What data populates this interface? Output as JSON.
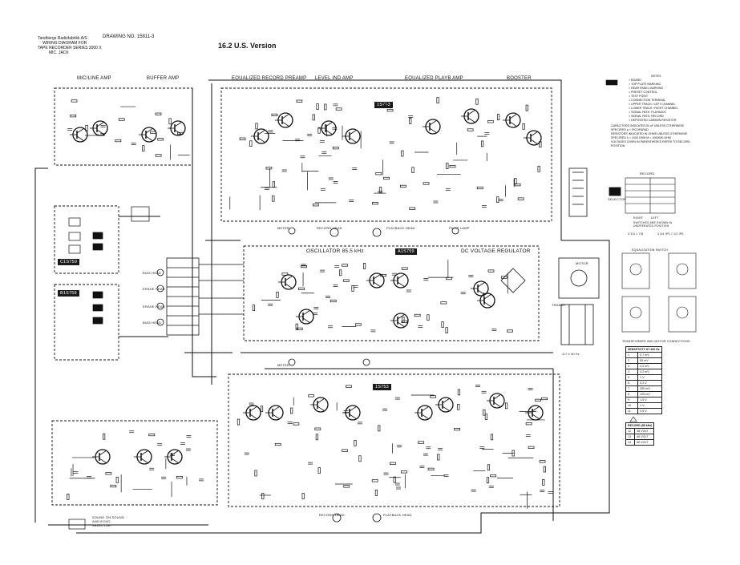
{
  "header": {
    "maker": "Tandbergs Radiofabrikk A/S",
    "line2": "WIRING DIAGRAM FOR",
    "line3": "TAPE RECORDER SERIES 3000 X",
    "line4": "MIC. JACK",
    "drawing_no": "DRAWING NO. 15811-3",
    "version_title": "16.2 U.S. Version"
  },
  "sections": {
    "mic_line_amp": "MIC/LINE AMP",
    "buffer_amp": "BUFFER AMP",
    "eq_record_preamp": "EQUALIZED RECORD PREAMP",
    "level_ind_amp": "LEVEL IND AMP",
    "eq_playb_amp": "EQUALIZED PLAYB AMP",
    "booster": "BOOSTER",
    "oscillator": "OSCILLATOR  85,5 kHz",
    "dc_regulator": "DC VOLTAGE REGULATOR",
    "selector": "SELECTOR",
    "motor": "MOTOR",
    "transf": "TRANSF.",
    "sound_on_sound": "SOUND ON SOUND AND ECHO SELECTOR"
  },
  "boards": {
    "upper": "1S753",
    "middle": "A1S759",
    "lower": "1S753",
    "left_top": "C1S759",
    "left_bottom": "B1S759"
  },
  "heads": {
    "record_head": "RECORD HEAD",
    "playback_head": "PLAYBACK HEAD",
    "bias_head": "BIAS HEAD",
    "erase_head": "ERASE HEAD",
    "meter": "METER",
    "pilot_lamp": "PILOT LAMP"
  },
  "notes": {
    "title": "NOTES",
    "items": [
      "= BOARD",
      "= TOP PLATE MARKING",
      "= REAR PANEL MARKING",
      "= PRESET CONTROL",
      "= TEST POINT",
      "= CONNECTION TERMINAL",
      "= UPPER TRACK / LEFT CHANNEL",
      "= LOWER TRACK / RIGHT CHANNEL",
      "= SIGNAL PATH, PLAYBACK",
      "= SIGNAL PATH, RECORD",
      "= DEPOSITED CARBON RESISTOR"
    ],
    "extra": [
      "CAPACITORS INDICATED IN uF UNLESS OTHERWISE",
      "SPECIFIED  p = PICOFARAD",
      "RESISTORS INDICATED IN OHMS UNLESS OTHERWISE",
      "SPECIFIED  k = 1000 OHM  M = 1000000 OHM",
      "VOLTAGES GIVEN IN PARENTHESES REFER TO RECORD",
      "POSITION"
    ]
  },
  "record_table": {
    "title": "RECORD",
    "right": "RIGHT",
    "left": "LEFT",
    "switches_note": "SWITCHES ARE SHOWN IN UNOPERATED POSITION"
  },
  "equalization": {
    "title": "EQUALIZATION SWITCH",
    "speeds": "3 3/4  1 7/8",
    "speeds2": "3 3/4 IPS   7 1/2 IPS"
  },
  "voltage_tables": {
    "transformer_title": "TRANSFORMER AND MOTOR CONNECTIONS",
    "sensitivity_title": "SENSITIVITY AT 400 Hz",
    "sensitivity_rows": [
      [
        "1",
        "0,7 mV"
      ],
      [
        "2",
        "50 mV"
      ],
      [
        "3",
        "0,2 mV"
      ],
      [
        "4",
        "0,2 mV"
      ],
      [
        "5",
        "1 V"
      ],
      [
        "6",
        "0,2 V"
      ],
      [
        "7",
        "250 mV"
      ],
      [
        "8",
        "125 mV"
      ],
      [
        "9",
        "1,5 V"
      ],
      [
        "10",
        "1 V"
      ],
      [
        "11",
        "0,5 V"
      ]
    ],
    "record_title": "RECORD (85 kHz)",
    "record_rows": [
      [
        "12",
        "55 VOLT"
      ],
      [
        "13",
        "80 VOLT"
      ],
      [
        "14",
        "50 VOLT"
      ]
    ],
    "mains": "117 V 60 Hz"
  },
  "colors": {
    "line": "#111111",
    "board_fill": "#1a1a1a",
    "paper": "#ffffff"
  }
}
